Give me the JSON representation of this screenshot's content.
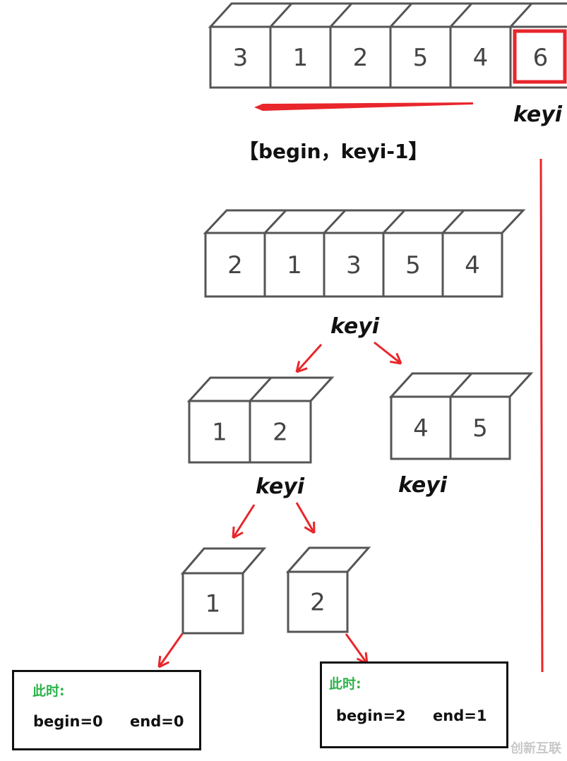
{
  "arrays": [
    {
      "id": "row-original",
      "values": [
        "3",
        "1",
        "2",
        "5",
        "4",
        "6"
      ],
      "highlight_index": 5
    },
    {
      "id": "row-after-partition",
      "values": [
        "2",
        "1",
        "3",
        "5",
        "4"
      ]
    },
    {
      "id": "row-left",
      "values": [
        "1",
        "2"
      ]
    },
    {
      "id": "row-right",
      "values": [
        "4",
        "5"
      ]
    },
    {
      "id": "row-leaf-left",
      "values": [
        "1"
      ]
    },
    {
      "id": "row-leaf-right",
      "values": [
        "2"
      ]
    }
  ],
  "labels": {
    "keyi_top": "keyi",
    "range": "【begin，keyi-1】",
    "keyi_mid": "keyi",
    "keyi_left": "keyi",
    "keyi_right": "keyi"
  },
  "state_boxes": [
    {
      "title": "此时:",
      "begin": "begin=0",
      "end": "end=0"
    },
    {
      "title": "此时:",
      "begin": "begin=2",
      "end": "end=1"
    }
  ],
  "watermark": "创新互联",
  "colors": {
    "arrow": "#e8262b",
    "highlight": "#e8262b",
    "title_green": "#2db34a",
    "stroke": "#555555"
  }
}
